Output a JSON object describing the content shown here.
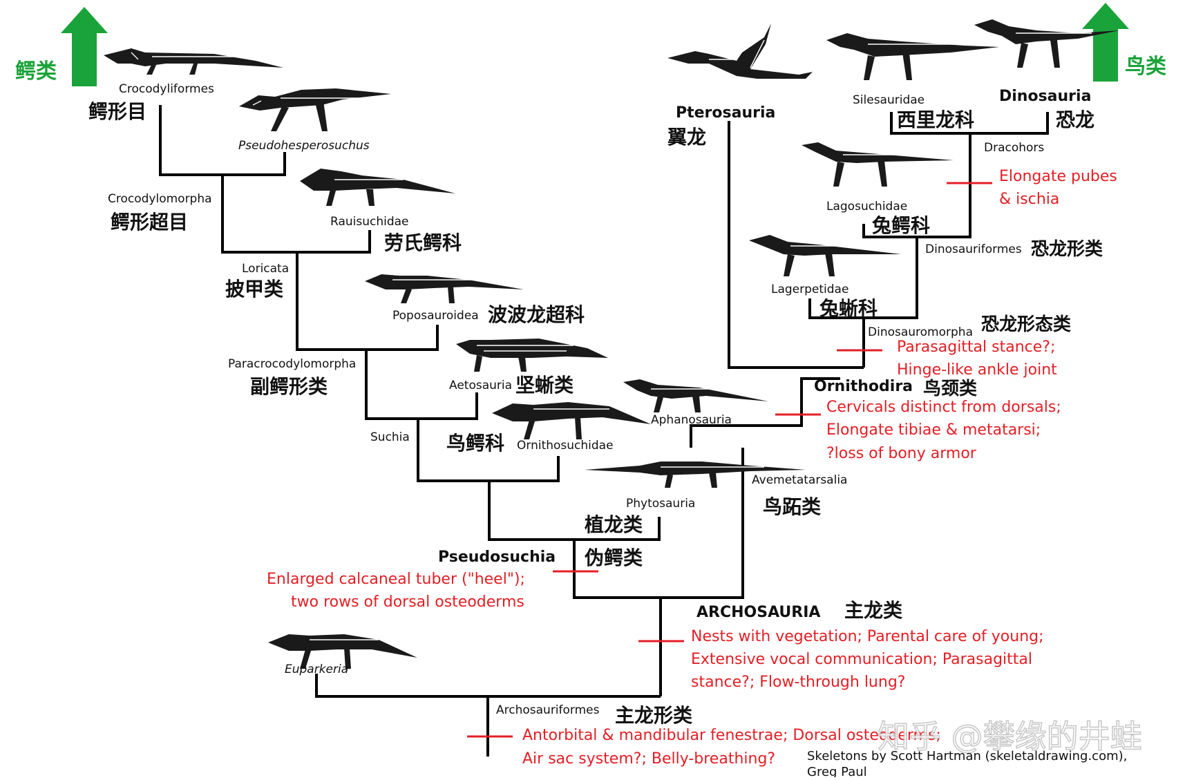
{
  "arrows": {
    "croc_label": "鳄类",
    "bird_label": "鸟类",
    "color": "#1aa33a"
  },
  "clades": {
    "crocodyliformes": {
      "latin": "Crocodyliformes",
      "zh": "鳄形目"
    },
    "pseudohesperosuchus": {
      "latin": "Pseudohesperosuchus"
    },
    "crocodylomorpha": {
      "latin": "Crocodylomorpha",
      "zh": "鳄形超目"
    },
    "rauisuchidae": {
      "latin": "Rauisuchidae",
      "zh": "劳氏鳄科"
    },
    "loricata": {
      "latin": "Loricata",
      "zh": "披甲类"
    },
    "poposauroidea": {
      "latin": "Poposauroidea",
      "zh": "波波龙超科"
    },
    "paracrocodylomorpha": {
      "latin": "Paracrocodylomorpha",
      "zh": "副鳄形类"
    },
    "aetosauria": {
      "latin": "Aetosauria",
      "zh": "坚蜥类"
    },
    "suchia": {
      "latin": "Suchia"
    },
    "ornithosuchidae": {
      "latin": "Ornithosuchidae",
      "zh": "鸟鳄科"
    },
    "phytosauria": {
      "latin": "Phytosauria",
      "zh": "植龙类"
    },
    "pseudosuchia": {
      "latin": "Pseudosuchia",
      "zh": "伪鳄类"
    },
    "euparkeria": {
      "latin": "Euparkeria"
    },
    "archosauriformes": {
      "latin": "Archosauriformes",
      "zh": "主龙形类"
    },
    "archosauria": {
      "latin": "ARCHOSAURIA",
      "zh": "主龙类"
    },
    "aphanosauria": {
      "latin": "Aphanosauria"
    },
    "avemetatarsalia": {
      "latin": "Avemetatarsalia",
      "zh": "鸟跖类"
    },
    "pterosauria": {
      "latin": "Pterosauria",
      "zh": "翼龙"
    },
    "ornithodira": {
      "latin": "Ornithodira",
      "zh": "鸟颈类"
    },
    "dinosauromorpha": {
      "latin": "Dinosauromorpha",
      "zh": "恐龙形态类"
    },
    "lagerpetidae": {
      "latin": "Lagerpetidae",
      "zh": "兔蜥科"
    },
    "dinosauriformes": {
      "latin": "Dinosauriformes",
      "zh": "恐龙形类"
    },
    "lagosuchidae": {
      "latin": "Lagosuchidae",
      "zh": "兔鳄科"
    },
    "dracohors": {
      "latin": "Dracohors"
    },
    "silesauridae": {
      "latin": "Silesauridae",
      "zh": "西里龙科"
    },
    "dinosauria": {
      "latin": "Dinosauria",
      "zh": "恐龙"
    }
  },
  "characters": {
    "pseudosuchia": [
      "Enlarged calcaneal tuber (\"heel\");",
      "two rows of dorsal osteoderms"
    ],
    "archosauria": [
      "Nests with vegetation; Parental care of young;",
      "Extensive vocal communication; Parasagittal",
      "stance?; Flow-through lung?"
    ],
    "archosauriformes": [
      "Antorbital & mandibular fenestrae; Dorsal osteoderms;",
      "Air sac system?; Belly-breathing?"
    ],
    "ornithodira": [
      "Cervicals distinct from dorsals;",
      "Elongate tibiae & metatarsi;",
      "?loss of bony armor"
    ],
    "dinosauromorpha": [
      "Parasagittal stance?;",
      "Hinge-like ankle joint"
    ],
    "dracohors": [
      "Elongate pubes",
      "& ischia"
    ]
  },
  "credit": [
    "Skeletons by Scott Hartman (skeletaldrawing.com),",
    "Greg Paul"
  ],
  "watermark": "知乎 @攀缘的井蛙",
  "colors": {
    "tree": "#000000",
    "characters": "#e31e24"
  }
}
